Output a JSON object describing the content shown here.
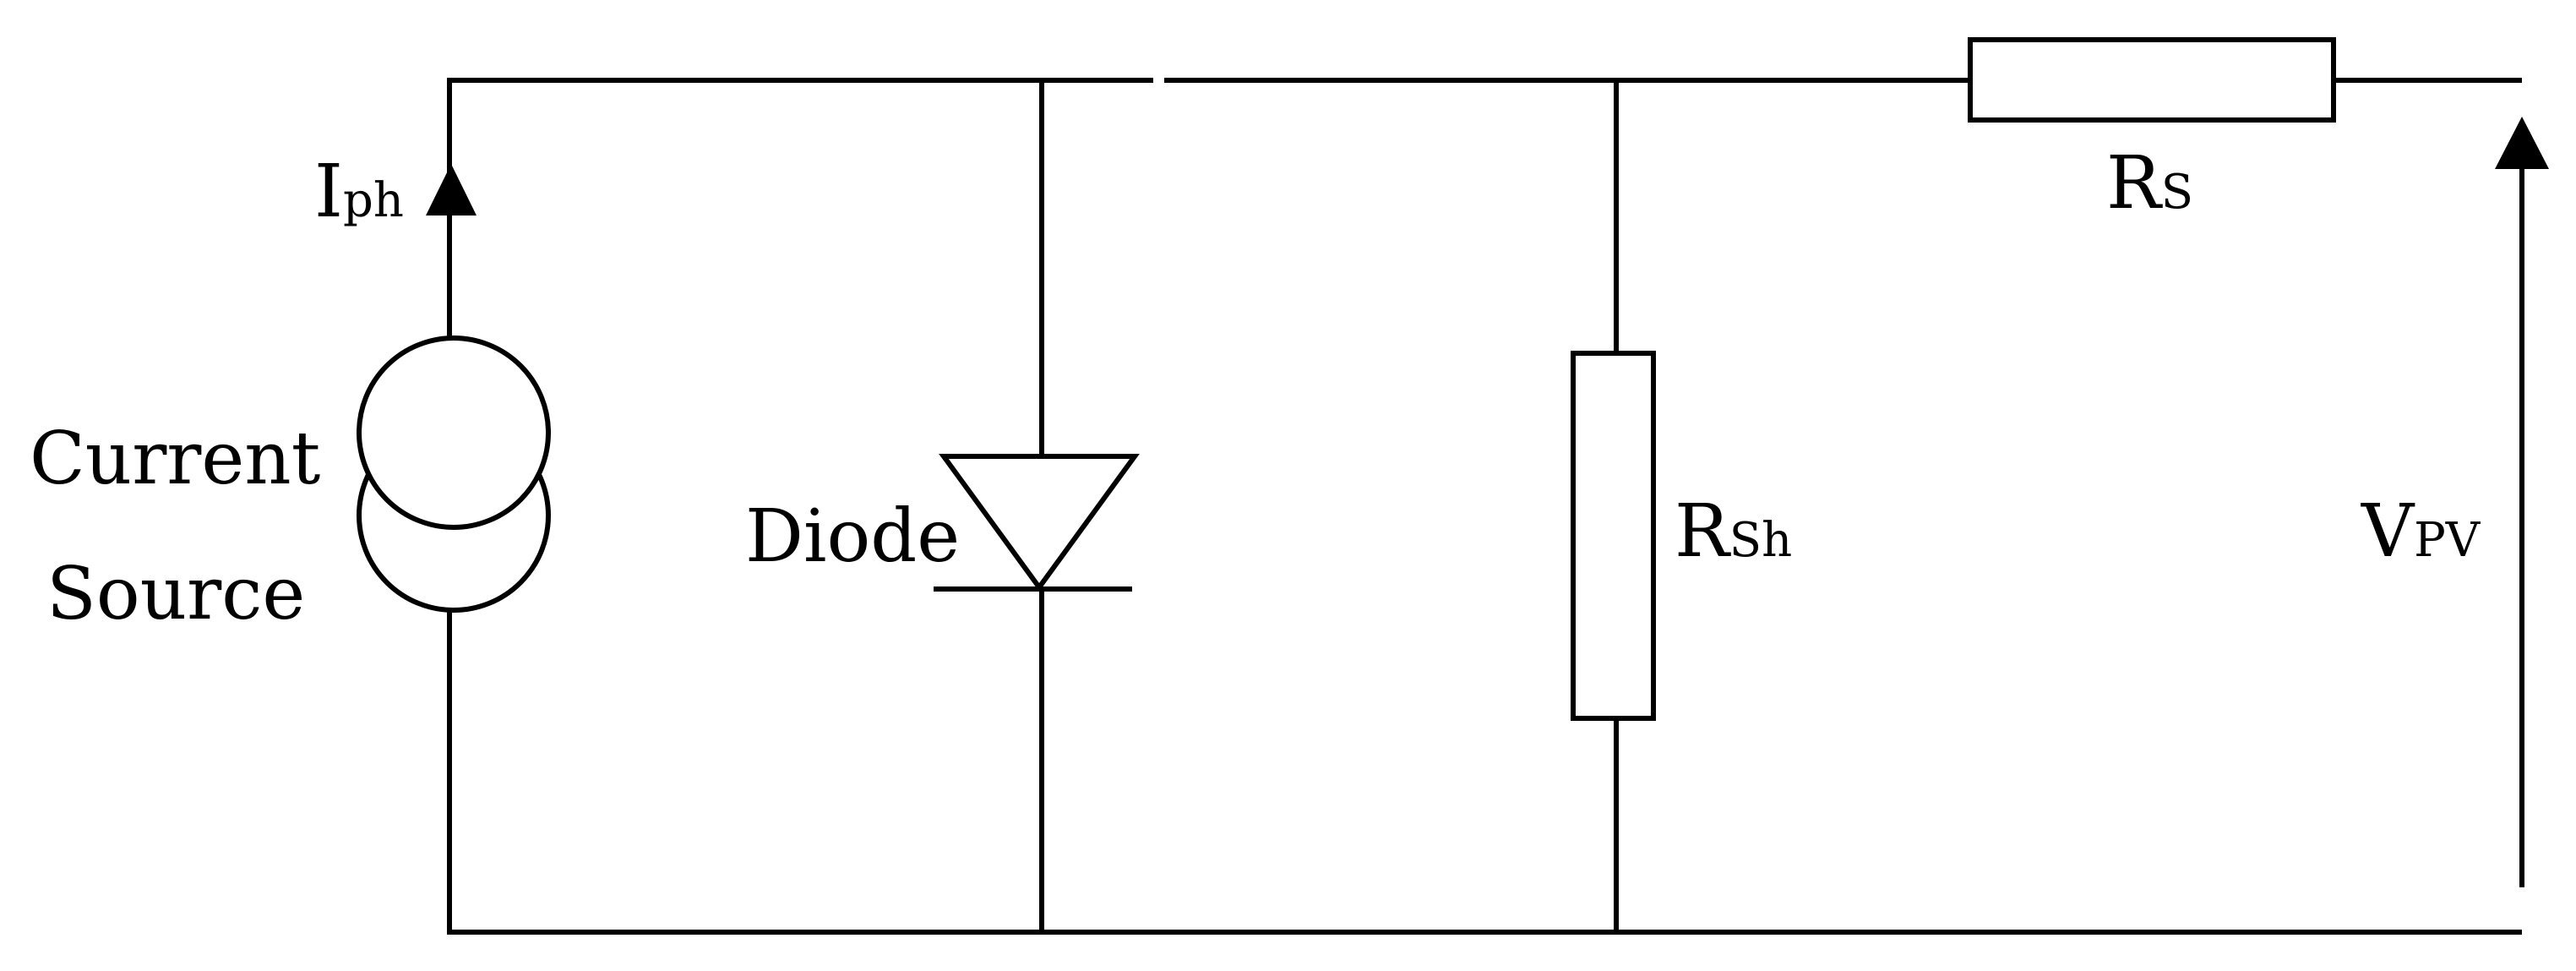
{
  "diagram": {
    "type": "circuit-schematic",
    "components": {
      "current_source": {
        "label_line1": "Current",
        "label_line2": "Source"
      },
      "photocurrent": {
        "symbol": "I",
        "subscript": "ph"
      },
      "diode": {
        "label": "Diode"
      },
      "shunt_resistor": {
        "symbol": "R",
        "subscript": "Sh"
      },
      "series_resistor": {
        "symbol": "R",
        "subscript": "S"
      },
      "output_voltage": {
        "symbol": "V",
        "subscript": "PV"
      }
    },
    "colors": {
      "stroke": "#000000",
      "background": "#ffffff"
    }
  }
}
